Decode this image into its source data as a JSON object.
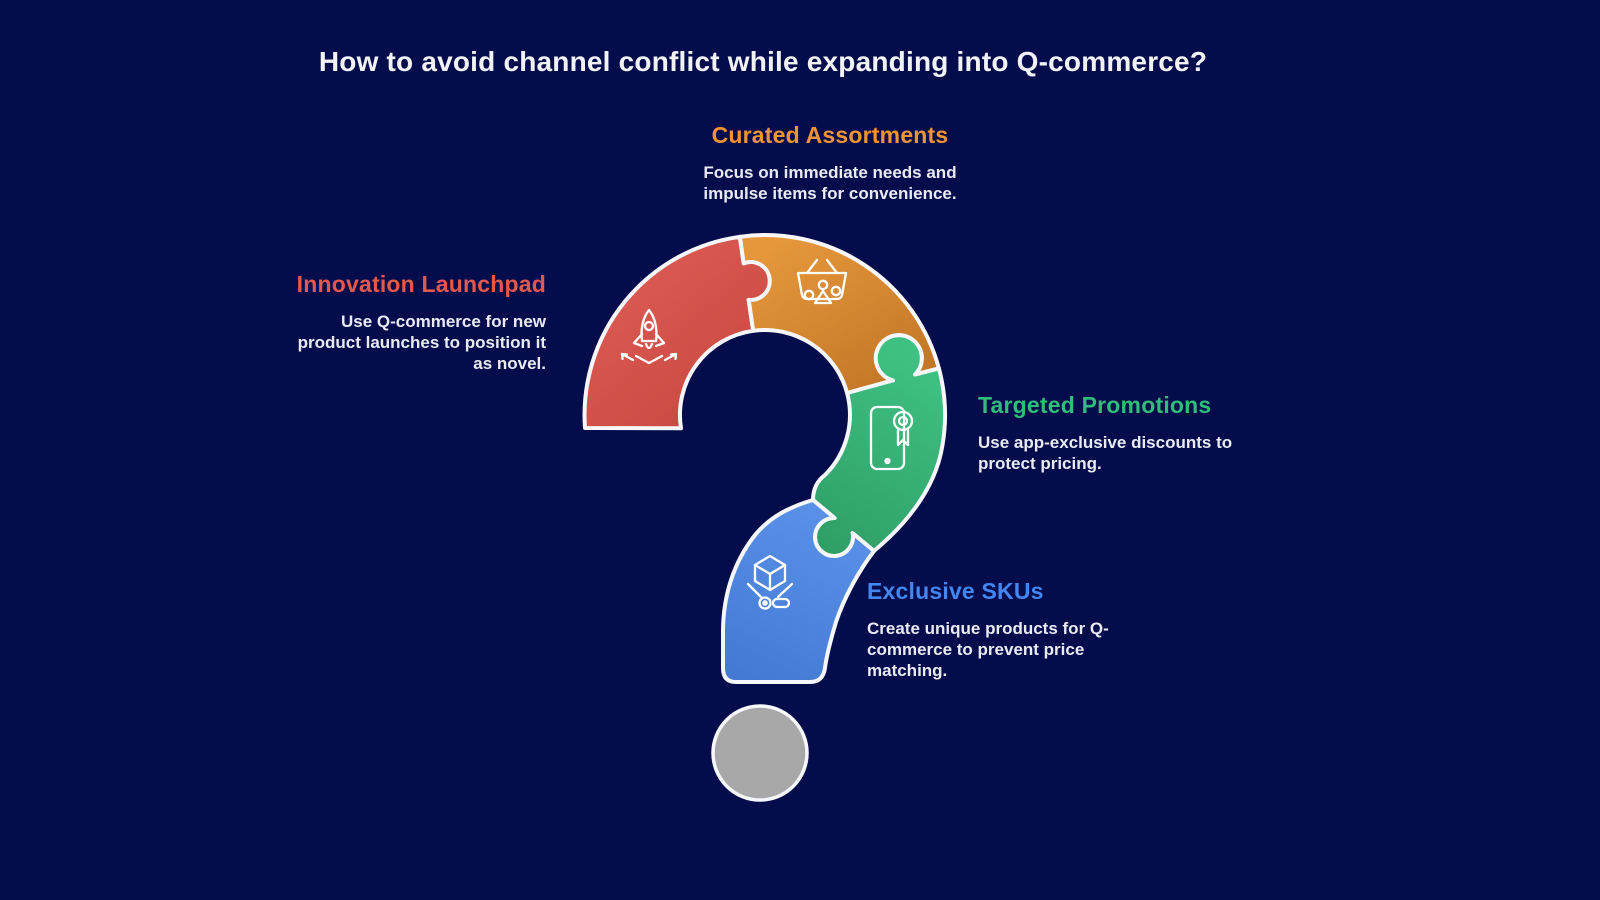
{
  "title": "How to avoid channel conflict while expanding into Q-commerce?",
  "background_color": "#050C4B",
  "graphic": {
    "shape": "question-mark made of four puzzle pieces with gray dot",
    "outline_color": "#FFFFFF",
    "dot_color": "#A8A8A8",
    "piece_colors": {
      "red": "#D5534B",
      "orange": "#D9872F",
      "green": "#35B475",
      "blue": "#5189DF"
    }
  },
  "sections": [
    {
      "id": "curated-assortments",
      "label": "Curated Assortments",
      "color": "#EE9434",
      "icon": "shopping-basket-icon",
      "description_lines": [
        "Focus on immediate needs and",
        "impulse items for convenience."
      ]
    },
    {
      "id": "innovation-launchpad",
      "label": "Innovation Launchpad",
      "color": "#E4584C",
      "icon": "rocket-launch-icon",
      "description_lines": [
        "Use Q-commerce for new",
        "product launches to position it",
        "as novel."
      ]
    },
    {
      "id": "targeted-promotions",
      "label": "Targeted Promotions",
      "color": "#2FBE79",
      "icon": "phone-award-icon",
      "description_lines": [
        "Use app-exclusive discounts to",
        "protect pricing."
      ]
    },
    {
      "id": "exclusive-skus",
      "label": "Exclusive SKUs",
      "color": "#4385F1",
      "icon": "cube-hologram-icon",
      "description_lines": [
        "Create unique products for Q-",
        "commerce to prevent price",
        "matching."
      ]
    }
  ]
}
